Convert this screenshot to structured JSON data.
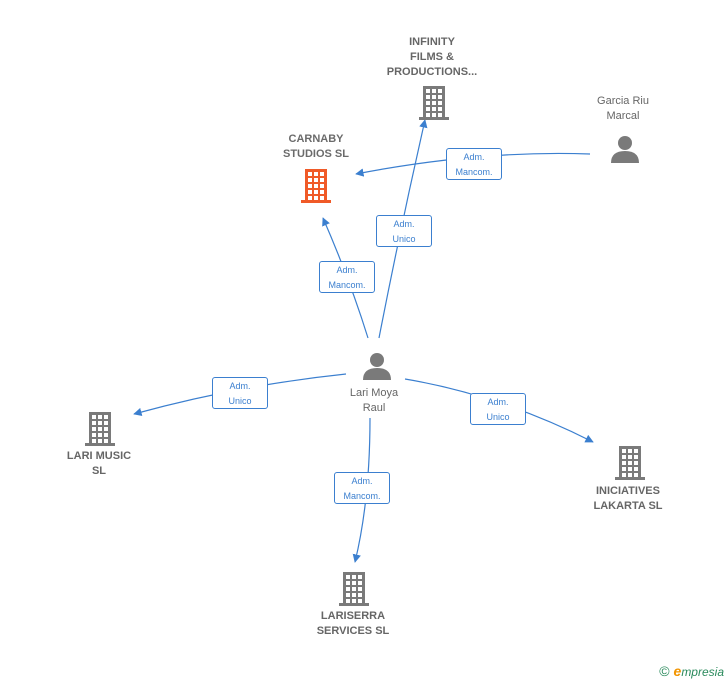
{
  "colors": {
    "edge": "#3b7fcf",
    "company": "#7a7a7a",
    "company_highlight": "#f05a28",
    "person": "#7a7a7a",
    "label": "#666666"
  },
  "nodes": [
    {
      "id": "carnaby",
      "kind": "company",
      "highlight": true,
      "label": "CARNABY\nSTUDIOS  SL",
      "icon": "building-icon"
    },
    {
      "id": "infinity",
      "kind": "company",
      "highlight": false,
      "label": "INFINITY\nFILMS &\nPRODUCTIONS...",
      "icon": "building-icon"
    },
    {
      "id": "garcia",
      "kind": "person",
      "highlight": false,
      "label": "Garcia Riu\nMarcal",
      "icon": "person-icon"
    },
    {
      "id": "lari",
      "kind": "person",
      "highlight": false,
      "label": "Lari Moya\nRaul",
      "icon": "person-icon"
    },
    {
      "id": "larimusic",
      "kind": "company",
      "highlight": false,
      "label": "LARI MUSIC\nSL",
      "icon": "building-icon"
    },
    {
      "id": "iniciatives",
      "kind": "company",
      "highlight": false,
      "label": "INICIATIVES\nLAKARTA  SL",
      "icon": "building-icon"
    },
    {
      "id": "lariserra",
      "kind": "company",
      "highlight": false,
      "label": "LARISERRA\nSERVICES  SL",
      "icon": "building-icon"
    }
  ],
  "edges": [
    {
      "from": "garcia",
      "to": "carnaby",
      "label": "Adm.\nMancom."
    },
    {
      "from": "lari",
      "to": "infinity",
      "label": "Adm.\nUnico"
    },
    {
      "from": "lari",
      "to": "carnaby",
      "label": "Adm.\nMancom."
    },
    {
      "from": "lari",
      "to": "larimusic",
      "label": "Adm.\nUnico"
    },
    {
      "from": "lari",
      "to": "iniciatives",
      "label": "Adm.\nUnico"
    },
    {
      "from": "lari",
      "to": "lariserra",
      "label": "Adm.\nMancom."
    }
  ],
  "watermark": {
    "copyright": "©",
    "brand_initial": "e",
    "brand_rest": "mpresia"
  }
}
